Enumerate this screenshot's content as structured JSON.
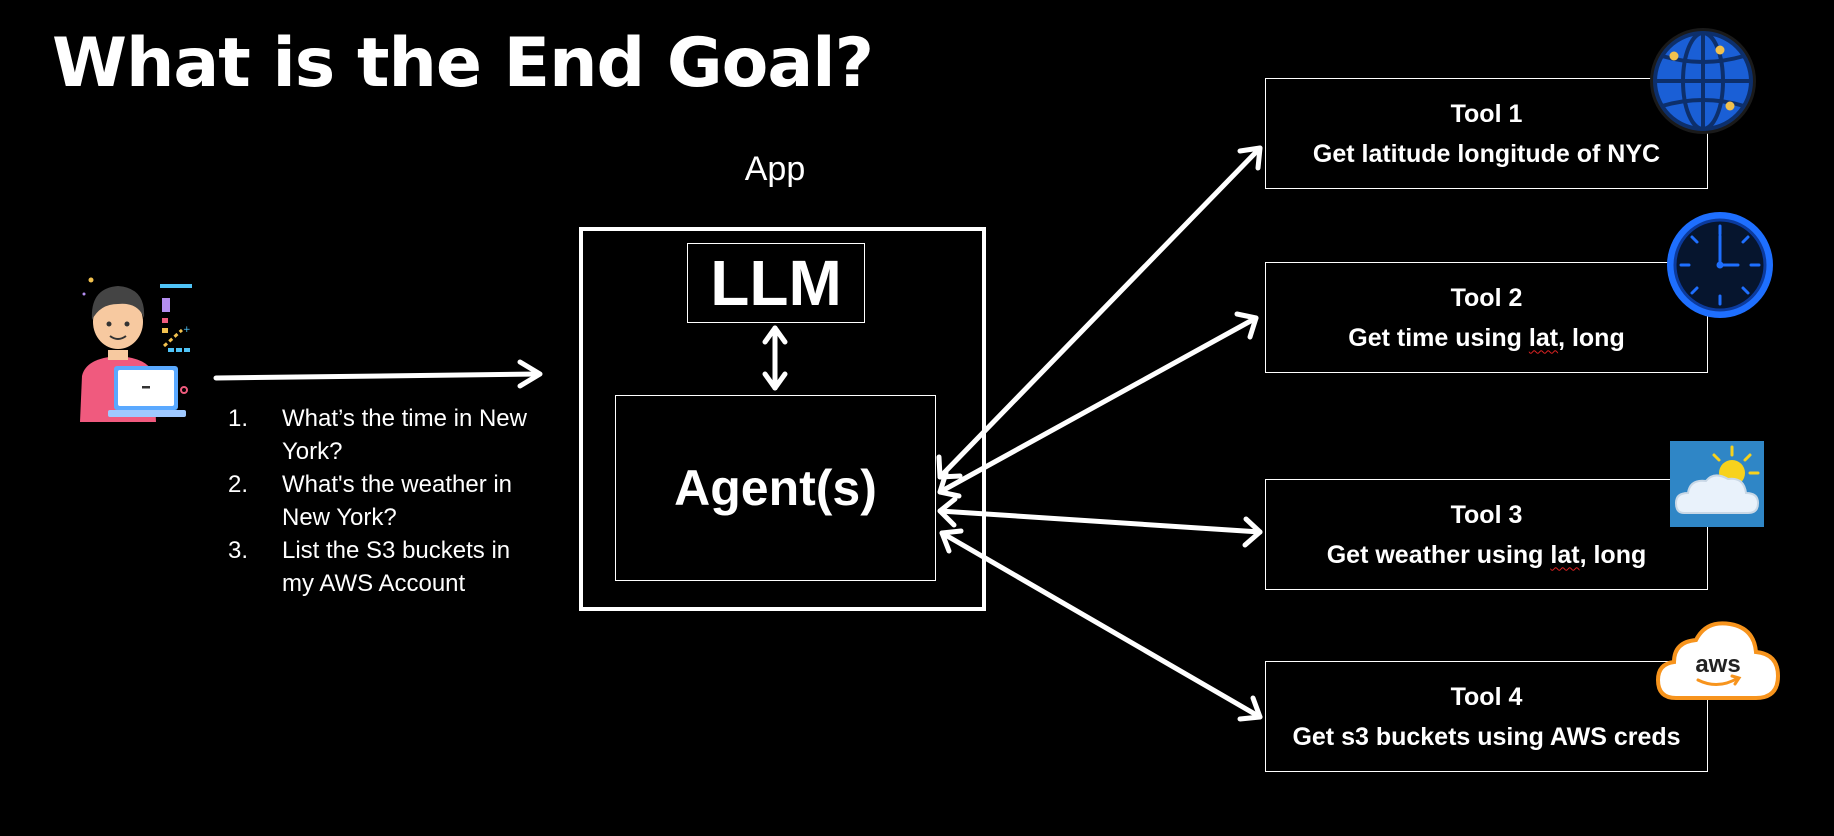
{
  "title": "What is the End Goal?",
  "app_label": "App",
  "llm_label": "LLM",
  "agent_label": "Agent(s)",
  "questions": [
    {
      "num": "1.",
      "text": "What’s the time in New York?"
    },
    {
      "num": "2.",
      "text": "What's the weather in New York?"
    },
    {
      "num": "3.",
      "text": "List the S3 buckets in my AWS Account"
    }
  ],
  "tools": [
    {
      "name": "Tool 1",
      "desc_parts": [
        "Get latitude longitude of NYC",
        "",
        ""
      ],
      "icon": "globe-icon"
    },
    {
      "name": "Tool 2",
      "desc_parts": [
        "Get time using ",
        "lat",
        ", long"
      ],
      "icon": "clock-icon"
    },
    {
      "name": "Tool 3",
      "desc_parts": [
        "Get weather using ",
        "lat",
        ", long"
      ],
      "icon": "weather-icon"
    },
    {
      "name": "Tool 4",
      "desc_parts": [
        "Get s3 buckets using AWS creds",
        "",
        ""
      ],
      "icon": "aws-cloud-icon"
    }
  ],
  "aws_logo_text": "aws",
  "colors": {
    "background": "#000000",
    "foreground": "#ffffff",
    "globe_blue": "#1a5fd6",
    "clock_blue": "#1e6fff",
    "weather_bg": "#2f86c6",
    "aws_orange": "#f7941d"
  }
}
